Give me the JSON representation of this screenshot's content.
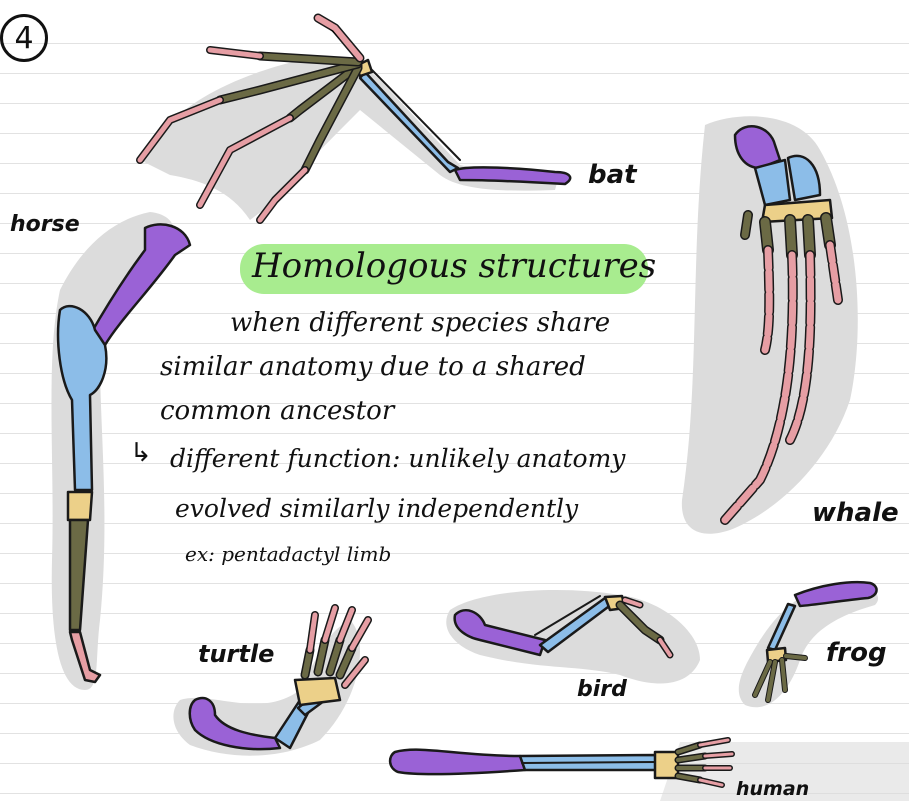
{
  "page_number": "4",
  "title": "Homologous structures",
  "definition": {
    "line1": "when different species share",
    "line2": "similar anatomy due to a shared",
    "line3": "common ancestor"
  },
  "note": {
    "line1": "different function: unlikely anatomy",
    "line2": "evolved similarly independently",
    "example": "ex: pentadactyl limb"
  },
  "animals": {
    "bat": "bat",
    "horse": "horse",
    "whale": "whale",
    "turtle": "turtle",
    "bird": "bird",
    "frog": "frog",
    "human": "human"
  },
  "colors": {
    "humerus": "#9a62d6",
    "radius_ulna": "#8cbde8",
    "carpals": "#ecd089",
    "metacarpals": "#6b6a45",
    "phalanges": "#e69ea4",
    "highlight": "#a8ec8f",
    "shadow": "#dcdcdc"
  }
}
